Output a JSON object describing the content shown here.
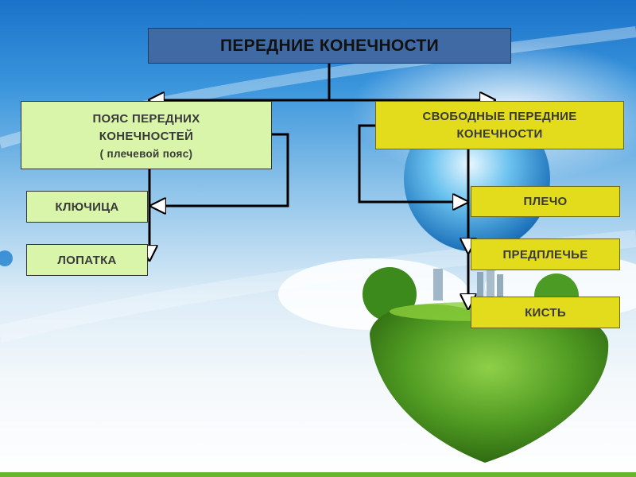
{
  "diagram": {
    "title": "ПЕРЕДНИЕ КОНЕЧНОСТИ",
    "girdle": {
      "line1": "ПОЯС ПЕРЕДНИХ",
      "line2": "КОНЕЧНОСТЕЙ",
      "line3": "( плечевой пояс)"
    },
    "free_limbs": {
      "line1": "СВОБОДНЫЕ ПЕРЕДНИЕ",
      "line2": "КОНЕЧНОСТИ"
    },
    "clavicle": "КЛЮЧИЦА",
    "scapula": "ЛОПАТКА",
    "upper_arm": "ПЛЕЧО",
    "forearm": "ПРЕДПЛЕЧЬЕ",
    "hand": "КИСТЬ"
  },
  "colors": {
    "title_box": "#3f6aa3",
    "left_branch": "#d9f5a9",
    "right_branch": "#e3dc1d",
    "connectors": "#000000"
  }
}
